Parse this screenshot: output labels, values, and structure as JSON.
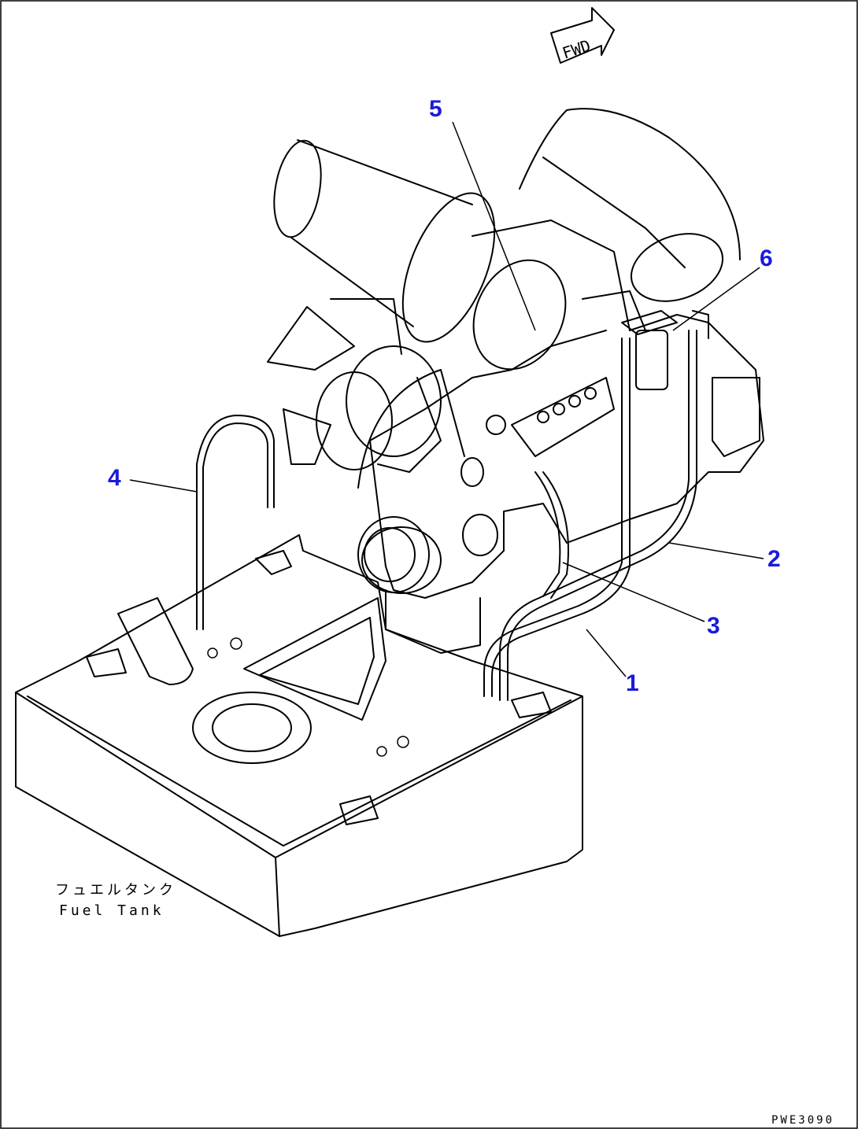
{
  "colors": {
    "line": "#000000",
    "callout": "#1a1adc",
    "background": "#ffffff"
  },
  "direction_marker": {
    "label": "FWD"
  },
  "callouts": [
    {
      "id": "1",
      "label": "1"
    },
    {
      "id": "2",
      "label": "2"
    },
    {
      "id": "3",
      "label": "3"
    },
    {
      "id": "4",
      "label": "4"
    },
    {
      "id": "5",
      "label": "5"
    },
    {
      "id": "6",
      "label": "6"
    }
  ],
  "fuel_tank": {
    "label_jp": "フュエルタンク",
    "label_en": "Fuel Tank"
  },
  "drawing_code": "PWE3090"
}
